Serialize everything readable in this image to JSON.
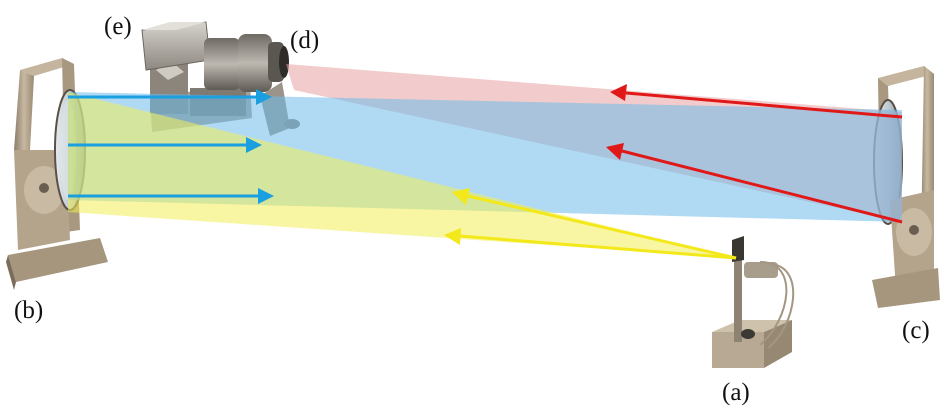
{
  "labels": {
    "a": "(a)",
    "b": "(b)",
    "c": "(c)",
    "d": "(d)",
    "e": "(e)"
  },
  "colors": {
    "yellow_beam": "#f2ee55",
    "blue_beam": "#6fbbea",
    "red_beam": "#e8a3a3",
    "yellow_arrow": "#f2e81a",
    "blue_arrow": "#1a9fe0",
    "red_arrow": "#e01818",
    "metal": "#b0a08a"
  }
}
